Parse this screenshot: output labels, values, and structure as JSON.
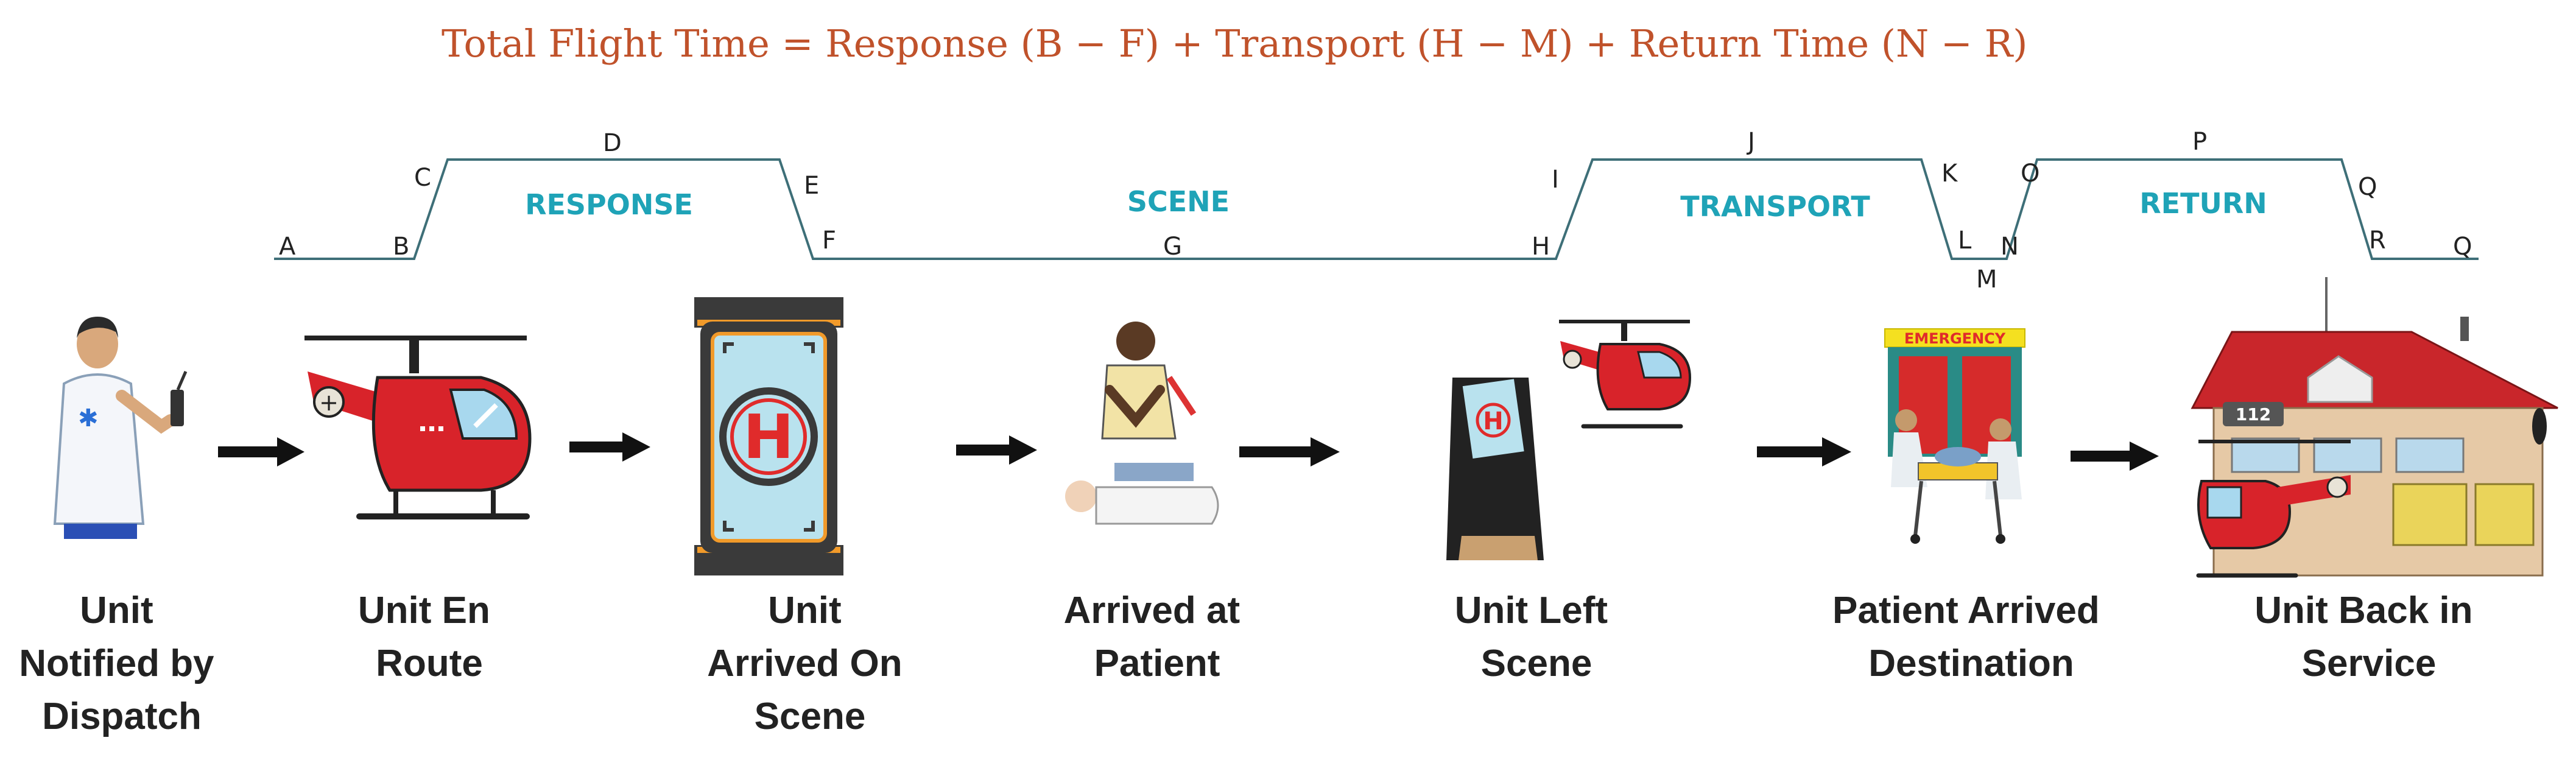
{
  "formula": "Total Flight Time = Response (B − F)  + Transport (H − M) +  Return Time (N  −  R)",
  "phases": {
    "response": "RESPONSE",
    "scene": "SCENE",
    "transport": "TRANSPORT",
    "return": "RETURN"
  },
  "markers": {
    "A": "A",
    "B": "B",
    "C": "C",
    "D": "D",
    "E": "E",
    "F": "F",
    "G": "G",
    "H": "H",
    "I": "I",
    "J": "J",
    "K": "K",
    "L": "L",
    "M": "M",
    "N": "N",
    "O": "O",
    "P": "P",
    "Q1": "Q",
    "R": "R",
    "Q2": "Q"
  },
  "stages": [
    {
      "lines": [
        "Unit",
        "Notified by",
        "Dispatch"
      ],
      "icon": "dispatcher-radio-icon"
    },
    {
      "lines": [
        "Unit En",
        "Route"
      ],
      "icon": "helicopter-icon"
    },
    {
      "lines": [
        "Unit",
        "Arrived On",
        "Scene"
      ],
      "icon": "helipad-icon"
    },
    {
      "lines": [
        "Arrived at",
        "Patient"
      ],
      "icon": "cpr-icon"
    },
    {
      "lines": [
        "Unit Left",
        "Scene"
      ],
      "icon": "helicopter-takeoff-icon"
    },
    {
      "lines": [
        "Patient Arrived",
        "Destination"
      ],
      "icon": "emergency-room-icon"
    },
    {
      "lines": [
        "Unit Back in",
        "Service"
      ],
      "icon": "base-station-icon"
    }
  ],
  "icon_texts": {
    "emergency_sign": "EMERGENCY",
    "station_number": "112"
  },
  "colors": {
    "formula": "#c0522b",
    "phase_label": "#1fa3b7",
    "timeline": "#3e6f78",
    "helicopter": "#d8232a",
    "roof": "#c9262b"
  }
}
